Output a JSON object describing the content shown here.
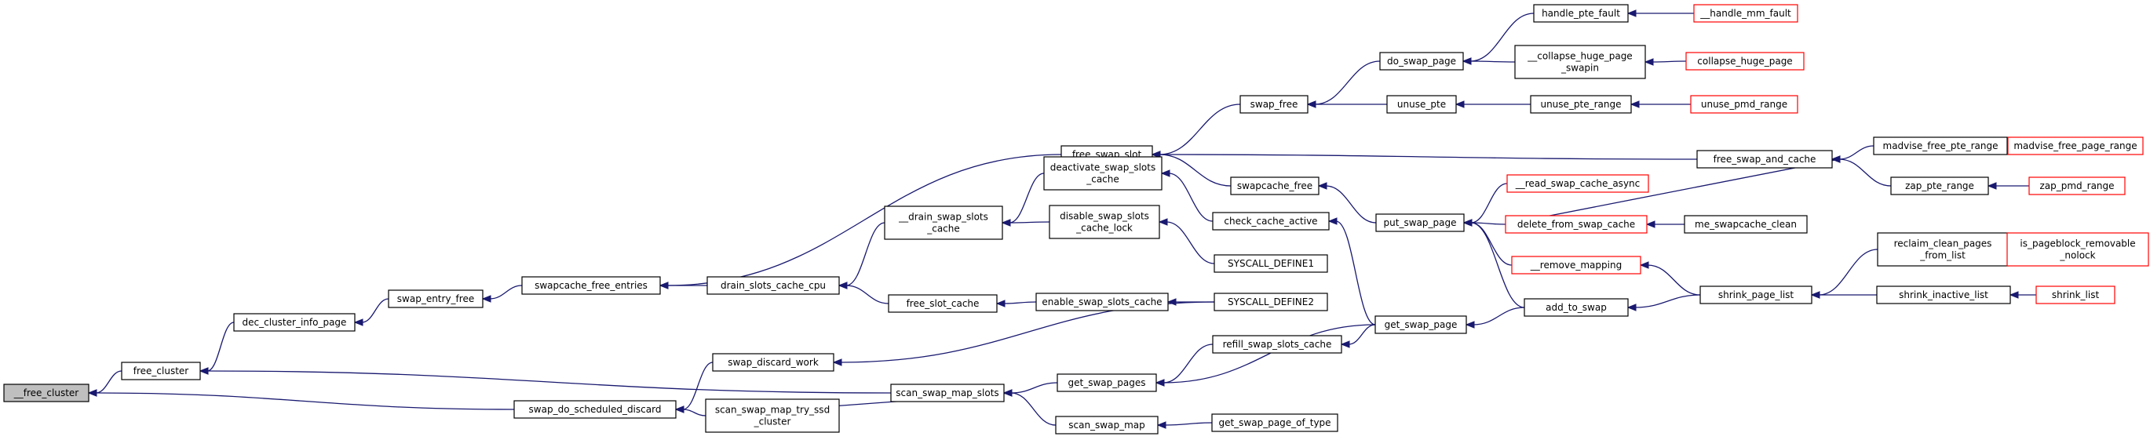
{
  "graph": {
    "nodes": [
      {
        "id": "free_cluster_root",
        "lines": [
          "__free_cluster"
        ],
        "root": true
      },
      {
        "id": "free_cluster",
        "lines": [
          "free_cluster"
        ]
      },
      {
        "id": "swap_do_scheduled_discard",
        "lines": [
          "swap_do_scheduled_discard"
        ]
      },
      {
        "id": "dec_cluster_info_page",
        "lines": [
          "dec_cluster_info_page"
        ]
      },
      {
        "id": "scan_swap_map_slots",
        "lines": [
          "scan_swap_map_slots"
        ]
      },
      {
        "id": "swap_discard_work",
        "lines": [
          "swap_discard_work"
        ]
      },
      {
        "id": "scan_swap_map_try_ssd_cluster",
        "lines": [
          "scan_swap_map_try_ssd",
          "_cluster"
        ]
      },
      {
        "id": "swap_entry_free",
        "lines": [
          "swap_entry_free"
        ]
      },
      {
        "id": "swapcache_free_entries",
        "lines": [
          "swapcache_free_entries"
        ]
      },
      {
        "id": "drain_slots_cache_cpu",
        "lines": [
          "drain_slots_cache_cpu"
        ]
      },
      {
        "id": "free_swap_slot",
        "lines": [
          "free_swap_slot"
        ]
      },
      {
        "id": "drain_swap_slots_cache",
        "lines": [
          "__drain_swap_slots",
          "_cache"
        ]
      },
      {
        "id": "free_slot_cache",
        "lines": [
          "free_slot_cache"
        ]
      },
      {
        "id": "deactivate_swap_slots_cache",
        "lines": [
          "deactivate_swap_slots",
          "_cache"
        ]
      },
      {
        "id": "disable_swap_slots_cache_lock",
        "lines": [
          "disable_swap_slots",
          "_cache_lock"
        ]
      },
      {
        "id": "enable_swap_slots_cache",
        "lines": [
          "enable_swap_slots_cache"
        ]
      },
      {
        "id": "swap_free",
        "lines": [
          "swap_free"
        ]
      },
      {
        "id": "swapcache_free",
        "lines": [
          "swapcache_free"
        ]
      },
      {
        "id": "check_cache_active",
        "lines": [
          "check_cache_active"
        ]
      },
      {
        "id": "syscall_define1",
        "lines": [
          "SYSCALL_DEFINE1"
        ]
      },
      {
        "id": "syscall_define2",
        "lines": [
          "SYSCALL_DEFINE2"
        ]
      },
      {
        "id": "get_swap_pages",
        "lines": [
          "get_swap_pages"
        ]
      },
      {
        "id": "scan_swap_map",
        "lines": [
          "scan_swap_map"
        ]
      },
      {
        "id": "refill_swap_slots_cache",
        "lines": [
          "refill_swap_slots_cache"
        ]
      },
      {
        "id": "get_swap_page_of_type",
        "lines": [
          "get_swap_page_of_type"
        ]
      },
      {
        "id": "do_swap_page",
        "lines": [
          "do_swap_page"
        ]
      },
      {
        "id": "unuse_pte",
        "lines": [
          "unuse_pte"
        ]
      },
      {
        "id": "put_swap_page",
        "lines": [
          "put_swap_page"
        ]
      },
      {
        "id": "get_swap_page",
        "lines": [
          "get_swap_page"
        ]
      },
      {
        "id": "handle_pte_fault",
        "lines": [
          "handle_pte_fault"
        ]
      },
      {
        "id": "collapse_huge_page_swapin",
        "lines": [
          "__collapse_huge_page",
          "_swapin"
        ]
      },
      {
        "id": "unuse_pte_range",
        "lines": [
          "unuse_pte_range"
        ]
      },
      {
        "id": "read_swap_cache_async",
        "lines": [
          "__read_swap_cache_async"
        ],
        "truncated": true
      },
      {
        "id": "delete_from_swap_cache",
        "lines": [
          "delete_from_swap_cache"
        ],
        "truncated": true
      },
      {
        "id": "remove_mapping",
        "lines": [
          "__remove_mapping"
        ],
        "truncated": true
      },
      {
        "id": "add_to_swap",
        "lines": [
          "add_to_swap"
        ]
      },
      {
        "id": "handle_mm_fault",
        "lines": [
          "__handle_mm_fault"
        ],
        "truncated": true
      },
      {
        "id": "collapse_huge_page",
        "lines": [
          "collapse_huge_page"
        ],
        "truncated": true
      },
      {
        "id": "unuse_pmd_range",
        "lines": [
          "unuse_pmd_range"
        ],
        "truncated": true
      },
      {
        "id": "free_swap_and_cache",
        "lines": [
          "free_swap_and_cache"
        ]
      },
      {
        "id": "me_swapcache_clean",
        "lines": [
          "me_swapcache_clean"
        ]
      },
      {
        "id": "shrink_page_list",
        "lines": [
          "shrink_page_list"
        ]
      },
      {
        "id": "madvise_free_pte_range",
        "lines": [
          "madvise_free_pte_range"
        ]
      },
      {
        "id": "zap_pte_range",
        "lines": [
          "zap_pte_range"
        ]
      },
      {
        "id": "reclaim_clean_pages_from_list",
        "lines": [
          "reclaim_clean_pages",
          "_from_list"
        ]
      },
      {
        "id": "shrink_inactive_list",
        "lines": [
          "shrink_inactive_list"
        ]
      },
      {
        "id": "madvise_free_page_range",
        "lines": [
          "madvise_free_page_range"
        ],
        "truncated": true
      },
      {
        "id": "zap_pmd_range",
        "lines": [
          "zap_pmd_range"
        ],
        "truncated": true
      },
      {
        "id": "is_pageblock_removable_nolock",
        "lines": [
          "is_pageblock_removable",
          "_nolock"
        ],
        "truncated": true
      },
      {
        "id": "shrink_list",
        "lines": [
          "shrink_list"
        ],
        "truncated": true
      }
    ],
    "edges": [
      [
        "free_cluster",
        "free_cluster_root"
      ],
      [
        "swap_do_scheduled_discard",
        "free_cluster_root"
      ],
      [
        "dec_cluster_info_page",
        "free_cluster"
      ],
      [
        "scan_swap_map_slots",
        "free_cluster"
      ],
      [
        "swap_discard_work",
        "swap_do_scheduled_discard"
      ],
      [
        "scan_swap_map_try_ssd_cluster",
        "swap_do_scheduled_discard"
      ],
      [
        "swap_entry_free",
        "dec_cluster_info_page"
      ],
      [
        "swapcache_free_entries",
        "swap_entry_free"
      ],
      [
        "drain_slots_cache_cpu",
        "swapcache_free_entries"
      ],
      [
        "free_swap_slot",
        "swapcache_free_entries"
      ],
      [
        "drain_swap_slots_cache",
        "drain_slots_cache_cpu"
      ],
      [
        "free_slot_cache",
        "drain_slots_cache_cpu"
      ],
      [
        "deactivate_swap_slots_cache",
        "drain_swap_slots_cache"
      ],
      [
        "disable_swap_slots_cache_lock",
        "drain_swap_slots_cache"
      ],
      [
        "enable_swap_slots_cache",
        "free_slot_cache"
      ],
      [
        "check_cache_active",
        "deactivate_swap_slots_cache"
      ],
      [
        "syscall_define1",
        "disable_swap_slots_cache_lock"
      ],
      [
        "syscall_define2",
        "enable_swap_slots_cache"
      ],
      [
        "syscall_define2",
        "swap_discard_work"
      ],
      [
        "swap_free",
        "free_swap_slot"
      ],
      [
        "swapcache_free",
        "free_swap_slot"
      ],
      [
        "free_swap_and_cache",
        "free_swap_slot"
      ],
      [
        "put_swap_page",
        "swapcache_free"
      ],
      [
        "get_swap_page",
        "check_cache_active"
      ],
      [
        "do_swap_page",
        "swap_free"
      ],
      [
        "unuse_pte",
        "swap_free"
      ],
      [
        "handle_pte_fault",
        "do_swap_page"
      ],
      [
        "collapse_huge_page_swapin",
        "do_swap_page"
      ],
      [
        "handle_mm_fault",
        "handle_pte_fault"
      ],
      [
        "collapse_huge_page",
        "collapse_huge_page_swapin"
      ],
      [
        "unuse_pte_range",
        "unuse_pte"
      ],
      [
        "unuse_pmd_range",
        "unuse_pte_range"
      ],
      [
        "read_swap_cache_async",
        "put_swap_page"
      ],
      [
        "delete_from_swap_cache",
        "put_swap_page"
      ],
      [
        "remove_mapping",
        "put_swap_page"
      ],
      [
        "add_to_swap",
        "put_swap_page"
      ],
      [
        "delete_from_swap_cache",
        "free_swap_and_cache"
      ],
      [
        "me_swapcache_clean",
        "delete_from_swap_cache"
      ],
      [
        "shrink_page_list",
        "remove_mapping"
      ],
      [
        "shrink_page_list",
        "add_to_swap"
      ],
      [
        "add_to_swap",
        "get_swap_page"
      ],
      [
        "madvise_free_pte_range",
        "free_swap_and_cache"
      ],
      [
        "zap_pte_range",
        "free_swap_and_cache"
      ],
      [
        "madvise_free_page_range",
        "madvise_free_pte_range"
      ],
      [
        "zap_pmd_range",
        "zap_pte_range"
      ],
      [
        "reclaim_clean_pages_from_list",
        "shrink_page_list"
      ],
      [
        "shrink_inactive_list",
        "shrink_page_list"
      ],
      [
        "is_pageblock_removable_nolock",
        "reclaim_clean_pages_from_list"
      ],
      [
        "shrink_list",
        "shrink_inactive_list"
      ],
      [
        "scan_swap_map_try_ssd_cluster",
        "scan_swap_map_slots"
      ],
      [
        "get_swap_pages",
        "scan_swap_map_slots"
      ],
      [
        "scan_swap_map",
        "scan_swap_map_slots"
      ],
      [
        "refill_swap_slots_cache",
        "get_swap_pages"
      ],
      [
        "get_swap_page",
        "get_swap_pages"
      ],
      [
        "get_swap_page_of_type",
        "scan_swap_map"
      ],
      [
        "get_swap_page",
        "refill_swap_slots_cache"
      ]
    ]
  }
}
